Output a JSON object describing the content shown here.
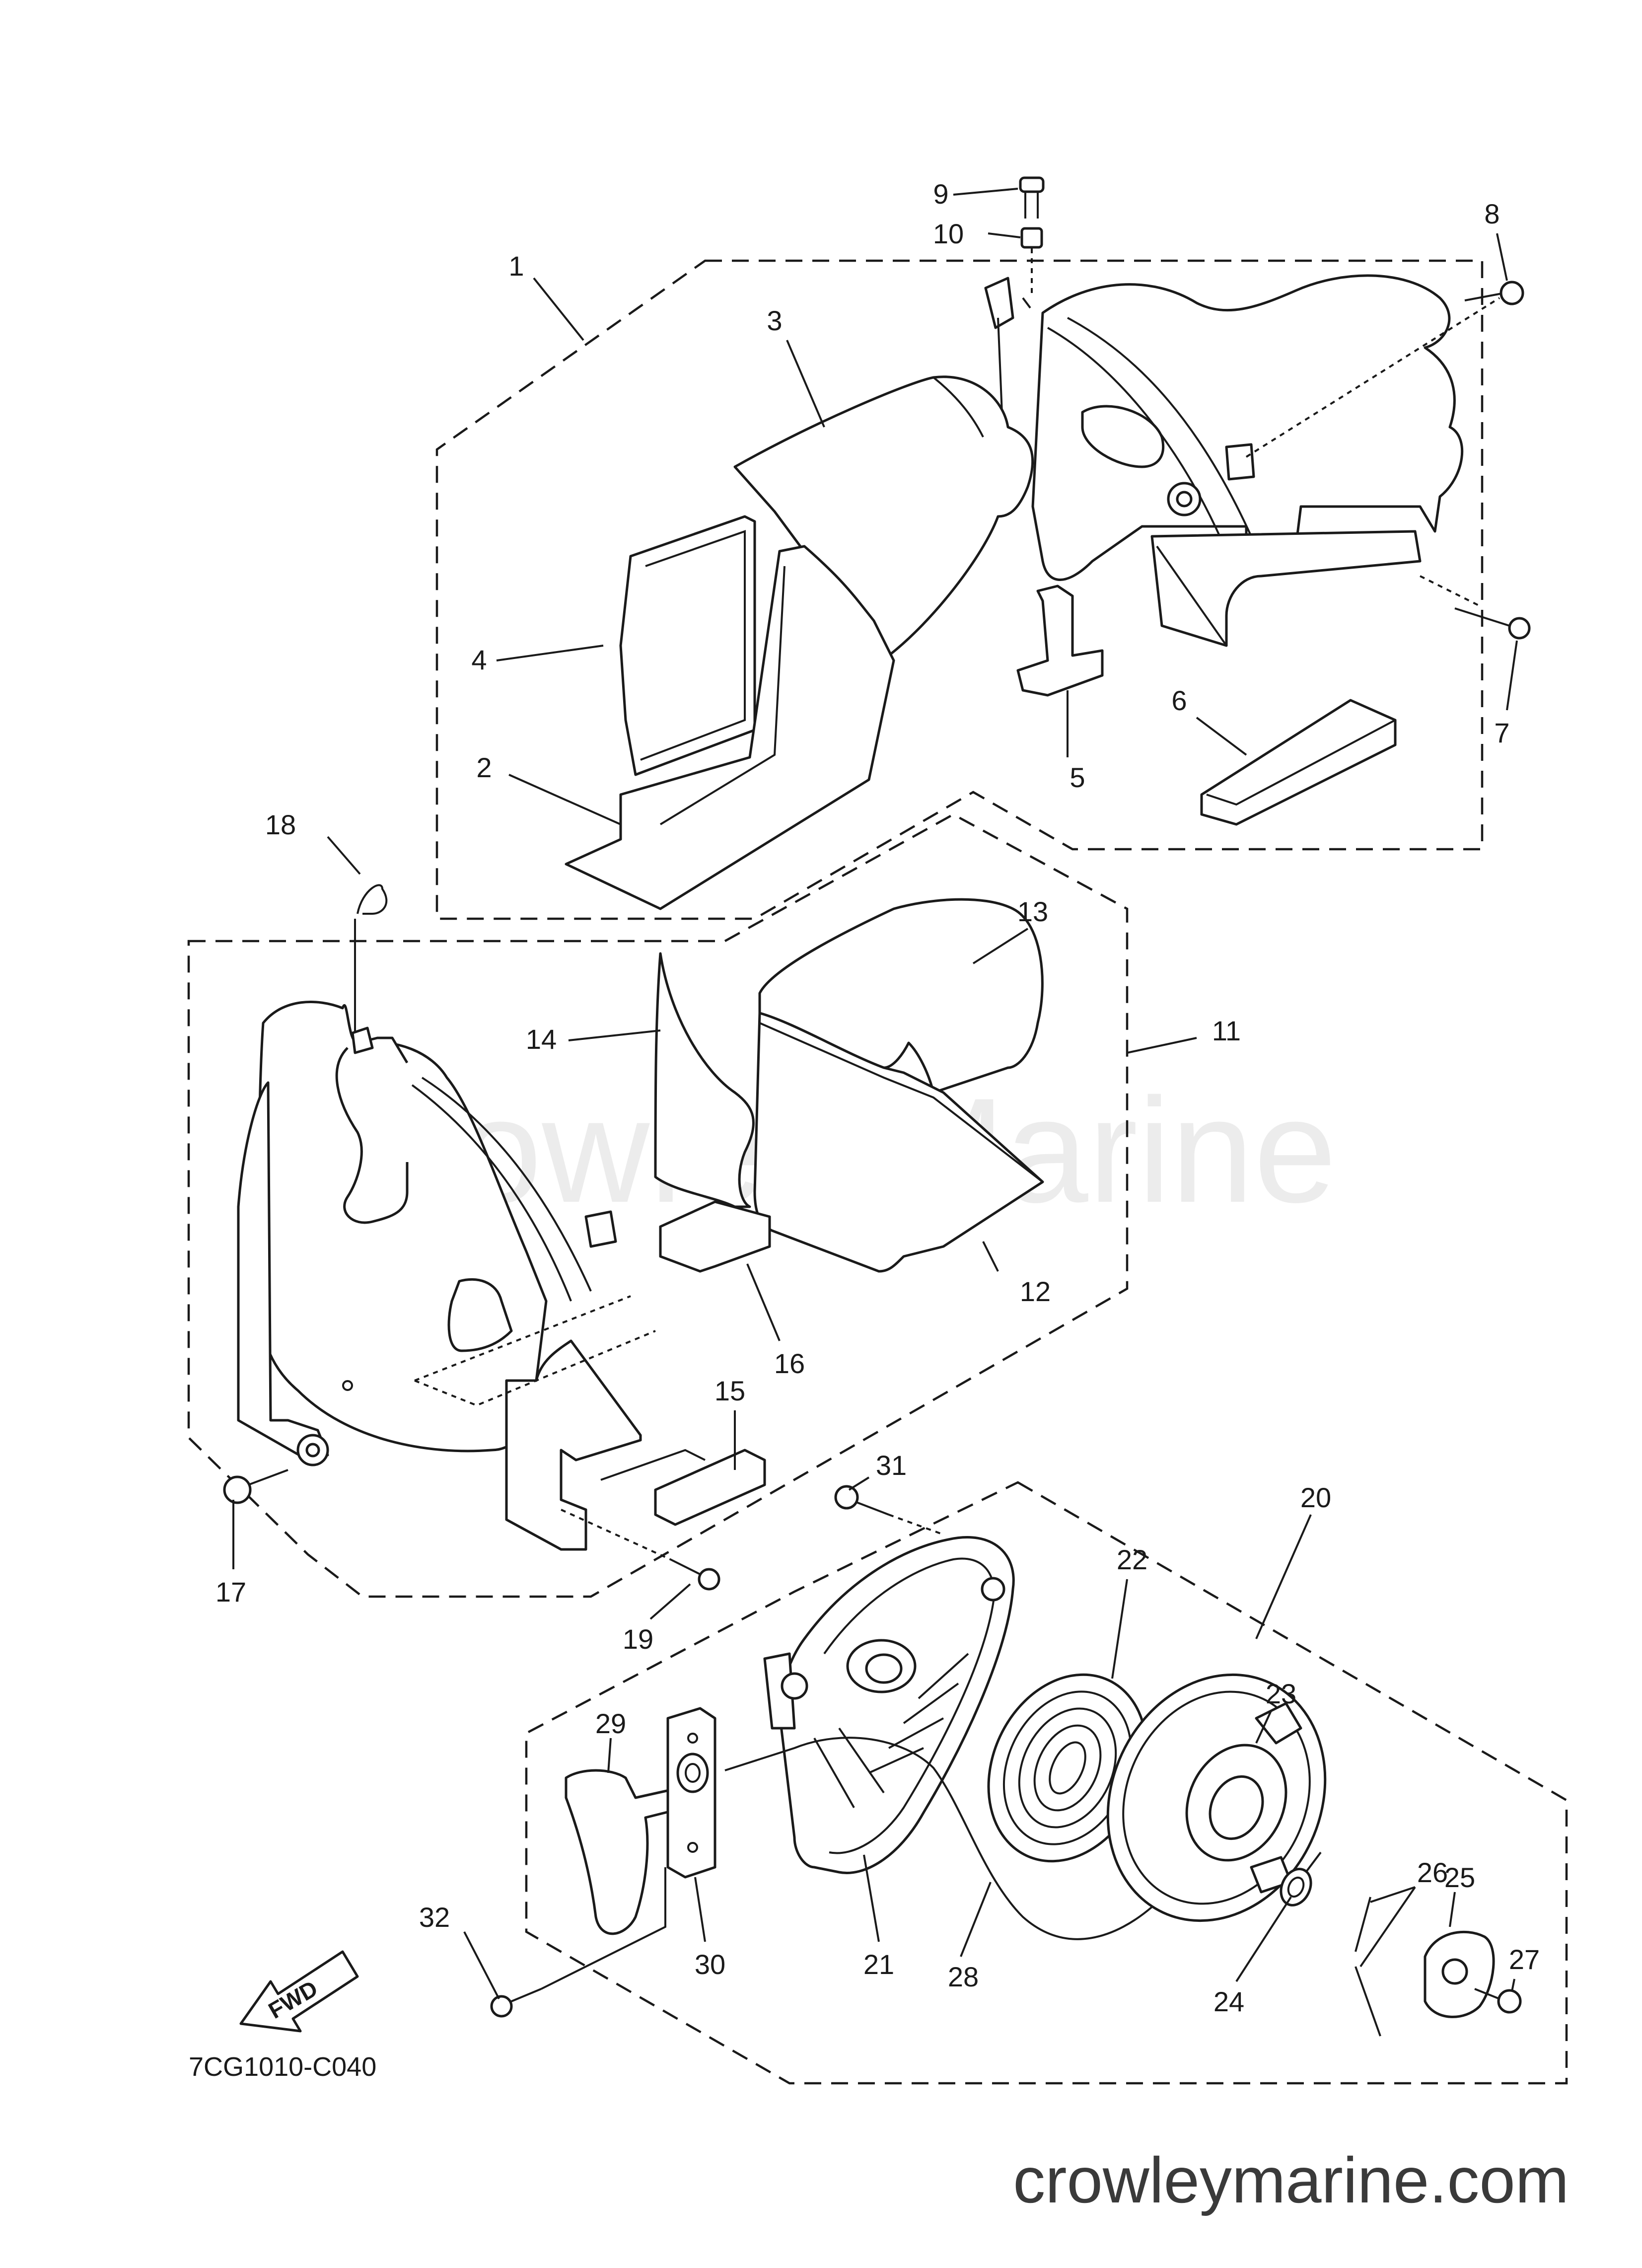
{
  "watermark": "Crowley Marine",
  "diagram_code": "7CG1010-C040",
  "site": "crowleymarine.com",
  "fwd_label": "FWD",
  "callouts": [
    {
      "id": "c1",
      "label": "1"
    },
    {
      "id": "c2",
      "label": "2"
    },
    {
      "id": "c3",
      "label": "3"
    },
    {
      "id": "c4",
      "label": "4"
    },
    {
      "id": "c5",
      "label": "5"
    },
    {
      "id": "c6",
      "label": "6"
    },
    {
      "id": "c7",
      "label": "7"
    },
    {
      "id": "c8",
      "label": "8"
    },
    {
      "id": "c9",
      "label": "9"
    },
    {
      "id": "c10",
      "label": "10"
    },
    {
      "id": "c11",
      "label": "11"
    },
    {
      "id": "c12",
      "label": "12"
    },
    {
      "id": "c13",
      "label": "13"
    },
    {
      "id": "c14",
      "label": "14"
    },
    {
      "id": "c15",
      "label": "15"
    },
    {
      "id": "c16",
      "label": "16"
    },
    {
      "id": "c17",
      "label": "17"
    },
    {
      "id": "c18",
      "label": "18"
    },
    {
      "id": "c19",
      "label": "19"
    },
    {
      "id": "c20",
      "label": "20"
    },
    {
      "id": "c21",
      "label": "21"
    },
    {
      "id": "c22",
      "label": "22"
    },
    {
      "id": "c23",
      "label": "23"
    },
    {
      "id": "c24",
      "label": "24"
    },
    {
      "id": "c25",
      "label": "25"
    },
    {
      "id": "c26",
      "label": "26"
    },
    {
      "id": "c27",
      "label": "27"
    },
    {
      "id": "c28",
      "label": "28"
    },
    {
      "id": "c29",
      "label": "29"
    },
    {
      "id": "c30",
      "label": "30"
    },
    {
      "id": "c31",
      "label": "31"
    },
    {
      "id": "c32",
      "label": "32"
    }
  ]
}
